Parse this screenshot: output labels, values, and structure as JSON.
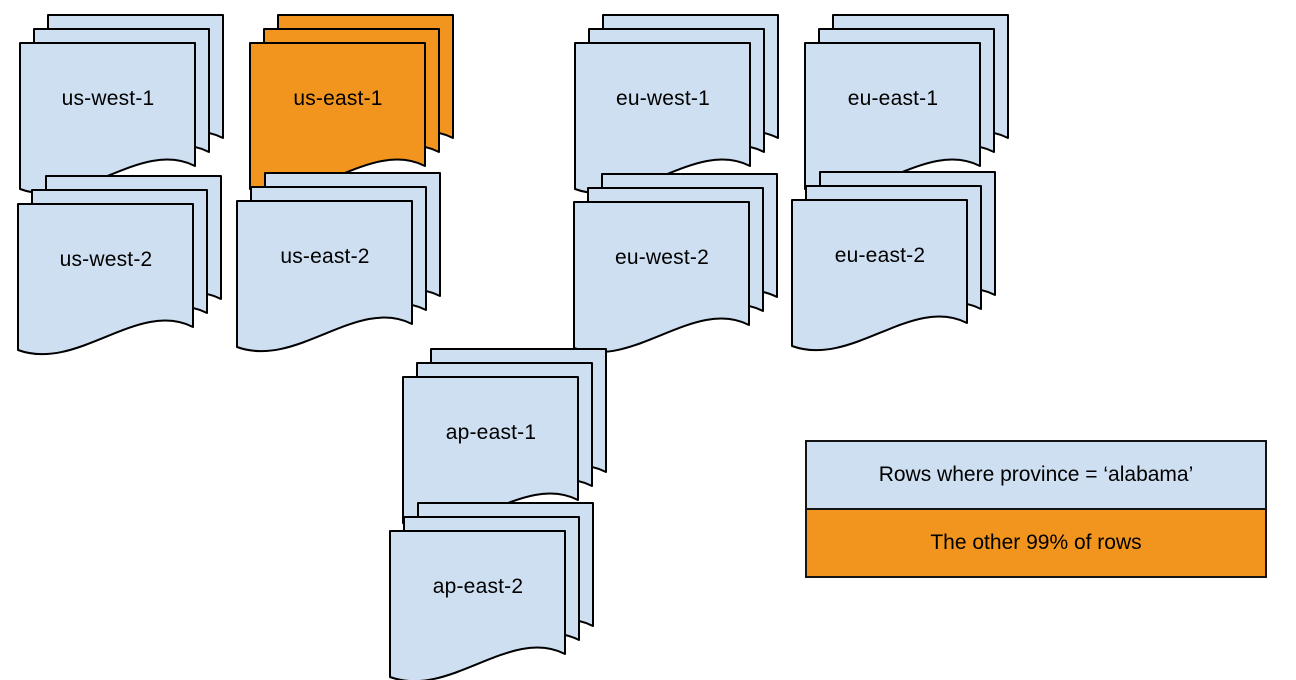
{
  "colors": {
    "blue": "#CEDFF1",
    "orange": "#F1951E",
    "stroke": "#000000",
    "background": "#FFFFFF"
  },
  "stacks": [
    {
      "label": "us-west-1",
      "variant": "blue"
    },
    {
      "label": "us-east-1",
      "variant": "orange"
    },
    {
      "label": "eu-west-1",
      "variant": "blue"
    },
    {
      "label": "eu-east-1",
      "variant": "blue"
    },
    {
      "label": "us-west-2",
      "variant": "blue"
    },
    {
      "label": "us-east-2",
      "variant": "blue"
    },
    {
      "label": "eu-west-2",
      "variant": "blue"
    },
    {
      "label": "eu-east-2",
      "variant": "blue"
    },
    {
      "label": "ap-east-1",
      "variant": "blue"
    },
    {
      "label": "ap-east-2",
      "variant": "blue"
    }
  ],
  "legend": {
    "items": [
      {
        "label": "Rows where province = ‘alabama’",
        "variant": "blue"
      },
      {
        "label": "The other 99% of rows",
        "variant": "orange"
      }
    ]
  }
}
